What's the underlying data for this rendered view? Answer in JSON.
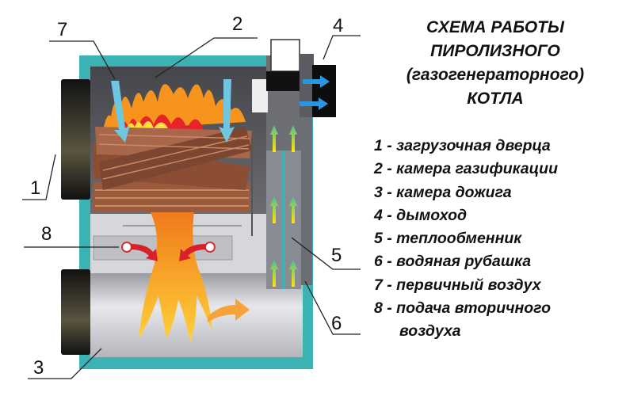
{
  "title": {
    "lines": [
      "СХЕМА РАБОТЫ",
      "ПИРОЛИЗНОГО",
      "(газогенераторного)",
      "КОТЛА"
    ]
  },
  "legend": {
    "items": [
      {
        "num": "1",
        "text": "1 - загрузочная дверца"
      },
      {
        "num": "2",
        "text": "2 - камера газификации"
      },
      {
        "num": "3",
        "text": "3 - камера дожига"
      },
      {
        "num": "4",
        "text": "4 - дымоход"
      },
      {
        "num": "5",
        "text": "5 - теплообменник"
      },
      {
        "num": "6",
        "text": "6 - водяная рубашка"
      },
      {
        "num": "7",
        "text": "7 - первичный воздух"
      },
      {
        "num": "8",
        "text": "8 - подача вторичного"
      }
    ],
    "continuation": "воздуха"
  },
  "diagram": {
    "labels": [
      "1",
      "2",
      "3",
      "4",
      "5",
      "6",
      "7",
      "8"
    ],
    "colors": {
      "water_jacket": "#3bb3b5",
      "chamber": "#55575e",
      "fire": "#f7941d",
      "air": "#6fc6e0",
      "wood": "#9a5a3c"
    }
  }
}
